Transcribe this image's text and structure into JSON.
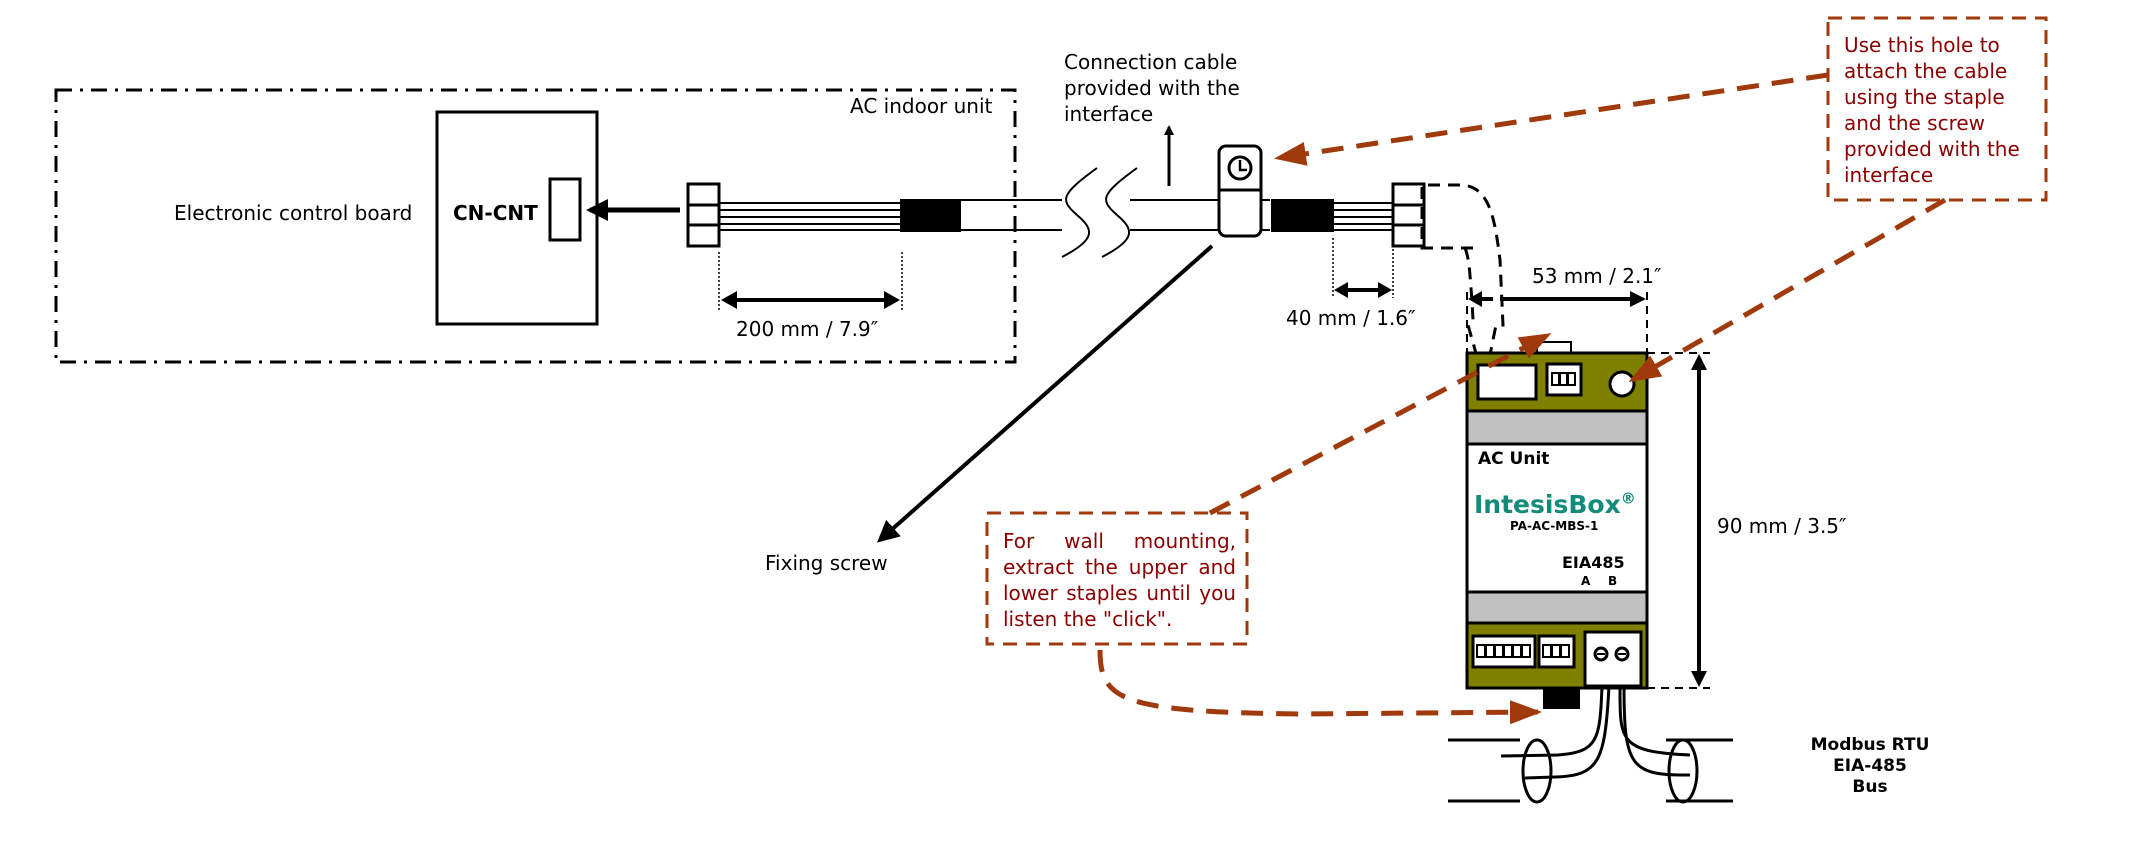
{
  "labels": {
    "ac_indoor_unit": "AC indoor unit",
    "electronic_control_board": "Electronic control board",
    "connector": "CN-CNT",
    "connection_cable": [
      "Connection cable",
      "provided with the",
      "interface"
    ],
    "fixing_screw": "Fixing screw",
    "dim_200": "200 mm / 7.9″",
    "dim_40": "40 mm / 1.6″",
    "dim_53": "53 mm / 2.1″",
    "dim_90": "90 mm / 3.5″",
    "bus": [
      "Modbus RTU",
      "EIA-485",
      "Bus"
    ]
  },
  "device": {
    "ac_unit": "AC Unit",
    "brand": "IntesisBox",
    "brand_mark": "®",
    "model": "PA-AC-MBS-1",
    "port": "EIA485",
    "terminal_a": "A",
    "terminal_b": "B"
  },
  "notes": {
    "hole": [
      "Use this hole to",
      "attach the cable",
      "using the staple",
      "and the screw",
      "provided with the",
      "interface"
    ],
    "wall": "For wall mounting, extract the upper and lower staples until you listen the \"click\"."
  },
  "colors": {
    "note_text": "#8b0000",
    "note_border": "#a0390b",
    "module_olive": "#808000",
    "module_gray": "#c0c0c0",
    "brand_teal": "#138a7a"
  }
}
